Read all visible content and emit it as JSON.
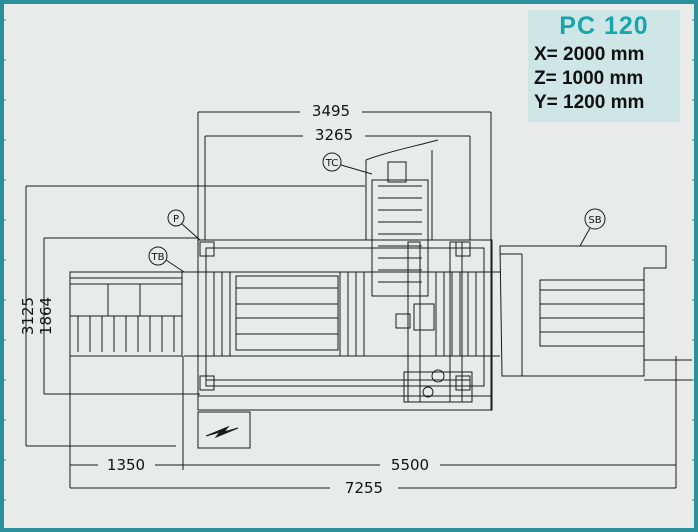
{
  "model": "PC 120",
  "specs": {
    "x": "X= 2000 mm",
    "z": "Z= 1000 mm",
    "y": "Y= 1200 mm"
  },
  "dimensions": {
    "top_overall": "3495",
    "top_inner": "3265",
    "left_outer": "3125",
    "left_inner": "1864",
    "bottom_left": "1350",
    "bottom_mid": "5500",
    "bottom_total": "7255"
  },
  "callouts": {
    "tool_changer": "TC",
    "p": "P",
    "table": "TB",
    "side_bench": "SB"
  },
  "colors": {
    "frame": "#2b8f9c",
    "title": "#19a5ad",
    "spec_bg": "#cfe6e6",
    "drawing": "#1a1a1a"
  }
}
